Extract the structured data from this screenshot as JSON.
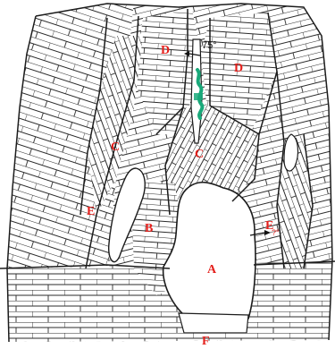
{
  "figure": {
    "zone_labels": {
      "A": "A",
      "B": "B",
      "C_left": "C",
      "C_center": "C",
      "D_left": "D",
      "D_right": "D",
      "E_left": "E",
      "E_right": "E",
      "F": "F"
    },
    "annotations": {
      "top_angle": "75°",
      "right_angle": "?°"
    },
    "colors": {
      "label": "#e4201c",
      "line": "#2b2b2b",
      "highlight": "#19a97a",
      "background": "#ffffff"
    }
  }
}
